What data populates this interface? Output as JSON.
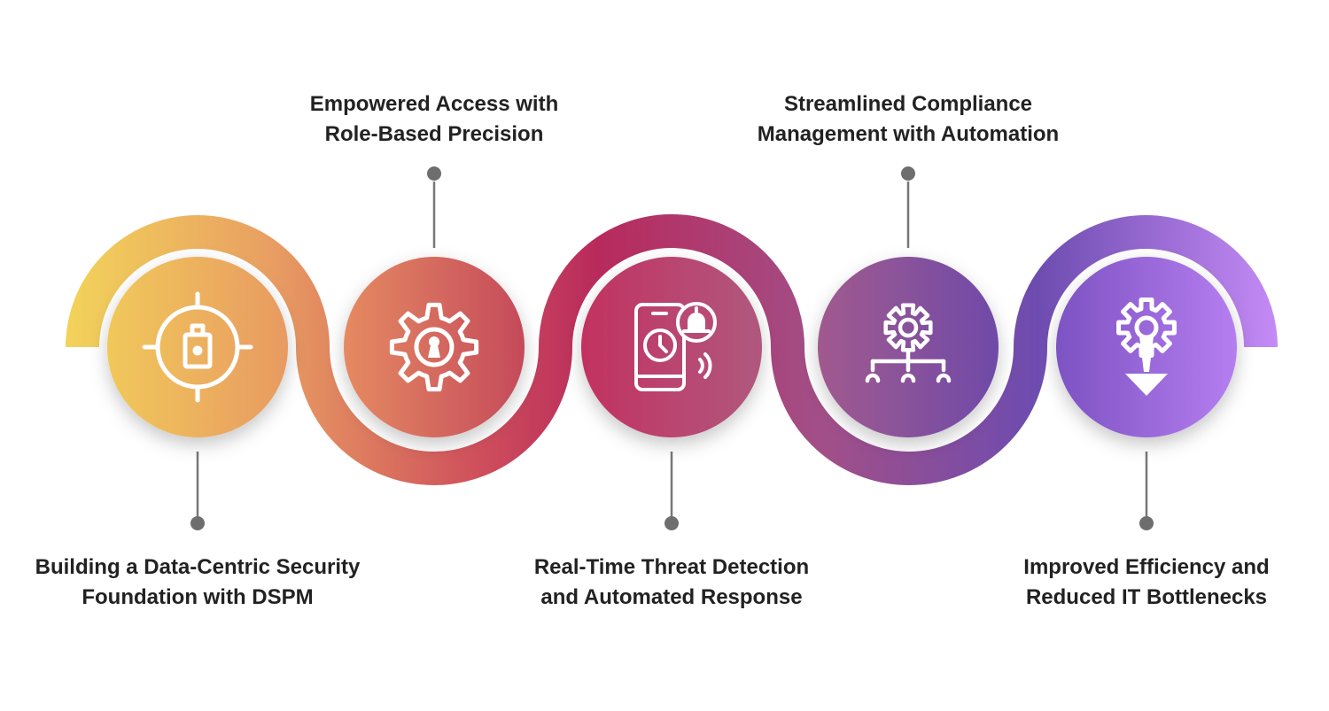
{
  "steps": [
    {
      "line1": "Building a Data-Centric Security",
      "line2": "Foundation with DSPM",
      "icon": "target-lock-icon",
      "color_from": "#f1c85a",
      "color_to": "#e89a62"
    },
    {
      "line1": "Empowered Access with",
      "line2": "Role-Based Precision",
      "icon": "gear-keyhole-icon",
      "color_from": "#e58a62",
      "color_to": "#c54a5a"
    },
    {
      "line1": "Real-Time Threat Detection",
      "line2": "and Automated Response",
      "icon": "phone-alert-icon",
      "color_from": "#c23260",
      "color_to": "#b0587e"
    },
    {
      "line1": "Streamlined Compliance",
      "line2": "Management with Automation",
      "icon": "gear-network-icon",
      "color_from": "#a15a8e",
      "color_to": "#6f4aa8"
    },
    {
      "line1": "Improved Efficiency and",
      "line2": "Reduced IT Bottlenecks",
      "icon": "gear-arrow-down-icon",
      "color_from": "#7d52c2",
      "color_to": "#b57ef0"
    }
  ],
  "colors": {
    "connector": "#777777",
    "dot": "#6e6e6e",
    "ribbon": [
      "#f2d35a",
      "#e9a062",
      "#cf4f5c",
      "#b82a5c",
      "#a24f88",
      "#6d4cb0",
      "#c48af5"
    ]
  }
}
